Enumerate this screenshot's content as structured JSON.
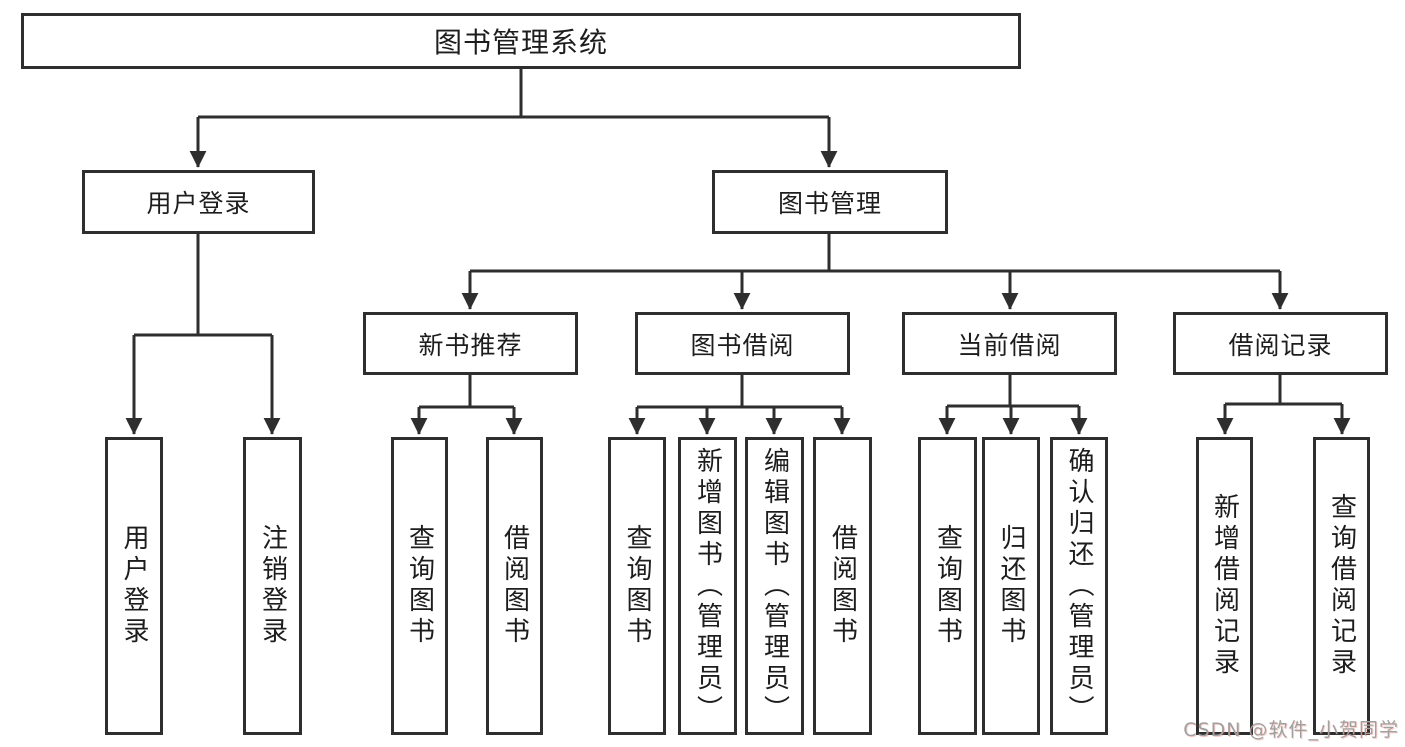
{
  "diagram": {
    "type": "hierarchy-tree",
    "tree": {
      "label": "图书管理系统",
      "children": [
        {
          "label": "用户登录",
          "children": [
            {
              "label": "用户登录"
            },
            {
              "label": "注销登录"
            }
          ]
        },
        {
          "label": "图书管理",
          "children": [
            {
              "label": "新书推荐",
              "children": [
                {
                  "label": "查询图书"
                },
                {
                  "label": "借阅图书"
                }
              ]
            },
            {
              "label": "图书借阅",
              "children": [
                {
                  "label": "查询图书"
                },
                {
                  "label": "新增图书（管理员）"
                },
                {
                  "label": "编辑图书（管理员）"
                },
                {
                  "label": "借阅图书"
                }
              ]
            },
            {
              "label": "当前借阅",
              "children": [
                {
                  "label": "查询图书"
                },
                {
                  "label": "归还图书"
                },
                {
                  "label": "确认归还（管理员）"
                }
              ]
            },
            {
              "label": "借阅记录",
              "children": [
                {
                  "label": "新增借阅记录"
                },
                {
                  "label": "查询借阅记录"
                }
              ]
            }
          ]
        }
      ]
    }
  },
  "watermark": {
    "text": "CSDN @软件_小贺同学"
  },
  "colors": {
    "line": "#2e2e2e",
    "ink": "#1d1d1d",
    "background": "#ffffff",
    "watermark": "#a0a0a0"
  }
}
